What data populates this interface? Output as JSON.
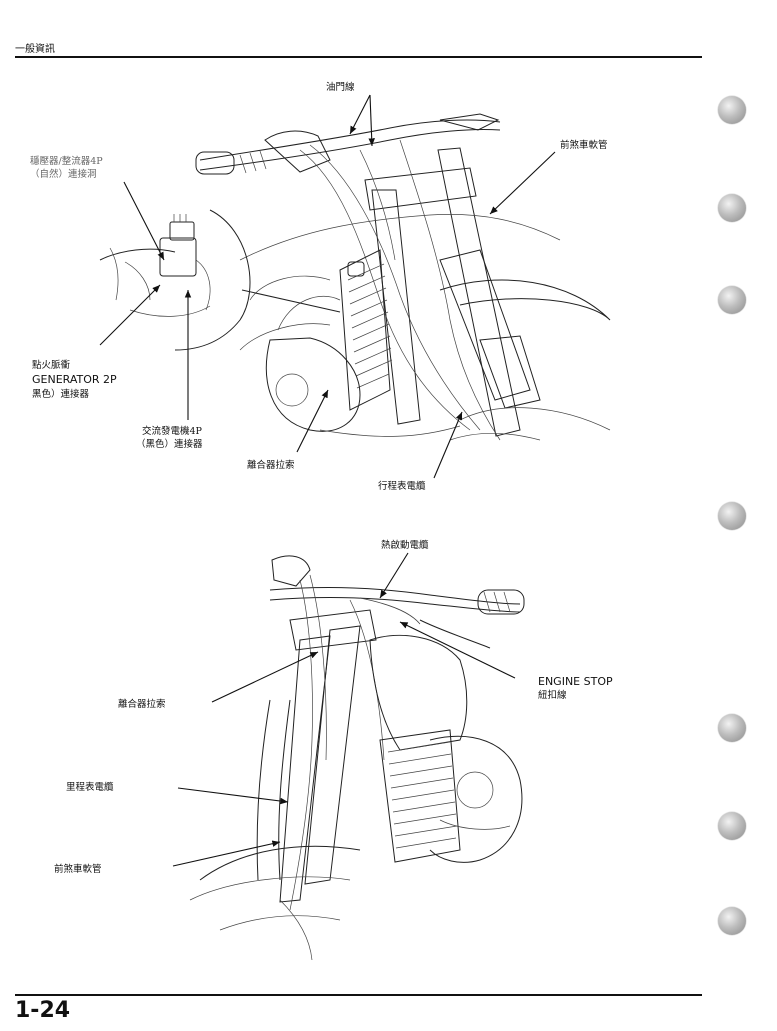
{
  "header": {
    "section_label": "一般資訊"
  },
  "footer": {
    "page_number": "1-24"
  },
  "figure_top": {
    "callouts": {
      "throttle_cable": "油門線",
      "front_brake_hose": "前煞車軟管",
      "regulator_line1": "穩壓器/整流器4P",
      "regulator_line2": "（自然）連接洞",
      "ignition_line1": "點火脈衝",
      "ignition_line2": "GENERATOR 2P",
      "ignition_line3": "黑色）連接器",
      "alternator_line1": "交流發電機4P",
      "alternator_line2": "（黑色）連接器",
      "clutch_cable": "離合器拉索",
      "speedometer_cable": "行程表電纜"
    }
  },
  "figure_bottom": {
    "callouts": {
      "hot_start_cable": "熱啟動電纜",
      "engine_stop_line1": "ENGINE STOP",
      "engine_stop_line2": "紐扣線",
      "clutch_cable": "離合器拉索",
      "odometer_cable": "里程表電纜",
      "front_brake_hose": "前煞車軟管"
    }
  }
}
